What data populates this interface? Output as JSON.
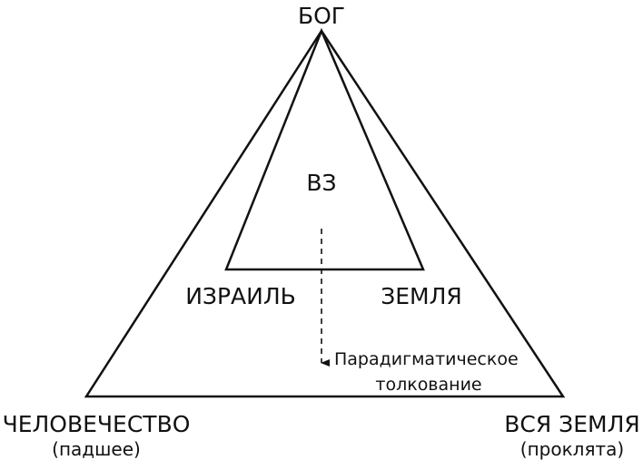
{
  "labels": {
    "top": "БОГ",
    "inner_center": "ВЗ",
    "inner_left": "ИЗРАИЛЬ",
    "inner_right": "ЗЕМЛЯ",
    "annotation_line1": "Парадигматическое",
    "annotation_line2": "толкование",
    "bottom_left_title": "ЧЕЛОВЕЧЕСТВО",
    "bottom_left_sub": "(падшее)",
    "bottom_right_title": "ВСЯ ЗЕМЛЯ",
    "bottom_right_sub": "(проклята)"
  }
}
